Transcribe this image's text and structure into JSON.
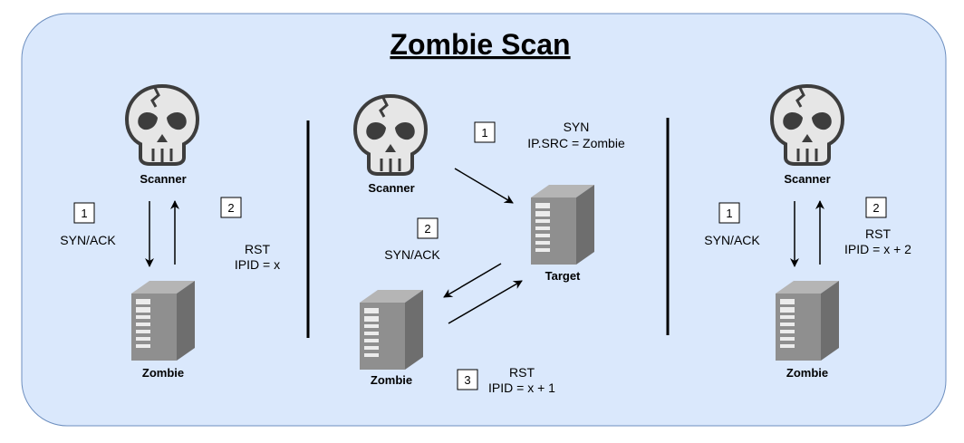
{
  "title": "Zombie Scan",
  "panels": {
    "left": {
      "scanner_label": "Scanner",
      "zombie_label": "Zombie",
      "step1": "1",
      "step1_text": "SYN/ACK",
      "step2": "2",
      "step2_line1": "RST",
      "step2_line2": "IPID = x"
    },
    "middle": {
      "scanner_label": "Scanner",
      "target_label": "Target",
      "zombie_label": "Zombie",
      "step1": "1",
      "step1_line1": "SYN",
      "step1_line2": "IP.SRC = Zombie",
      "step2": "2",
      "step2_text": "SYN/ACK",
      "step3": "3",
      "step3_line1": "RST",
      "step3_line2": "IPID = x + 1"
    },
    "right": {
      "scanner_label": "Scanner",
      "zombie_label": "Zombie",
      "step1": "1",
      "step1_text": "SYN/ACK",
      "step2": "2",
      "step2_line1": "RST",
      "step2_line2": "IPID = x + 2"
    }
  },
  "colors": {
    "background": "#dae8fc",
    "border": "#6c8ebf",
    "server_front": "#8f8f8f",
    "server_side": "#6e6e6e",
    "skull": "#e6e6e6"
  },
  "icons": [
    "skull-icon",
    "server-icon"
  ]
}
